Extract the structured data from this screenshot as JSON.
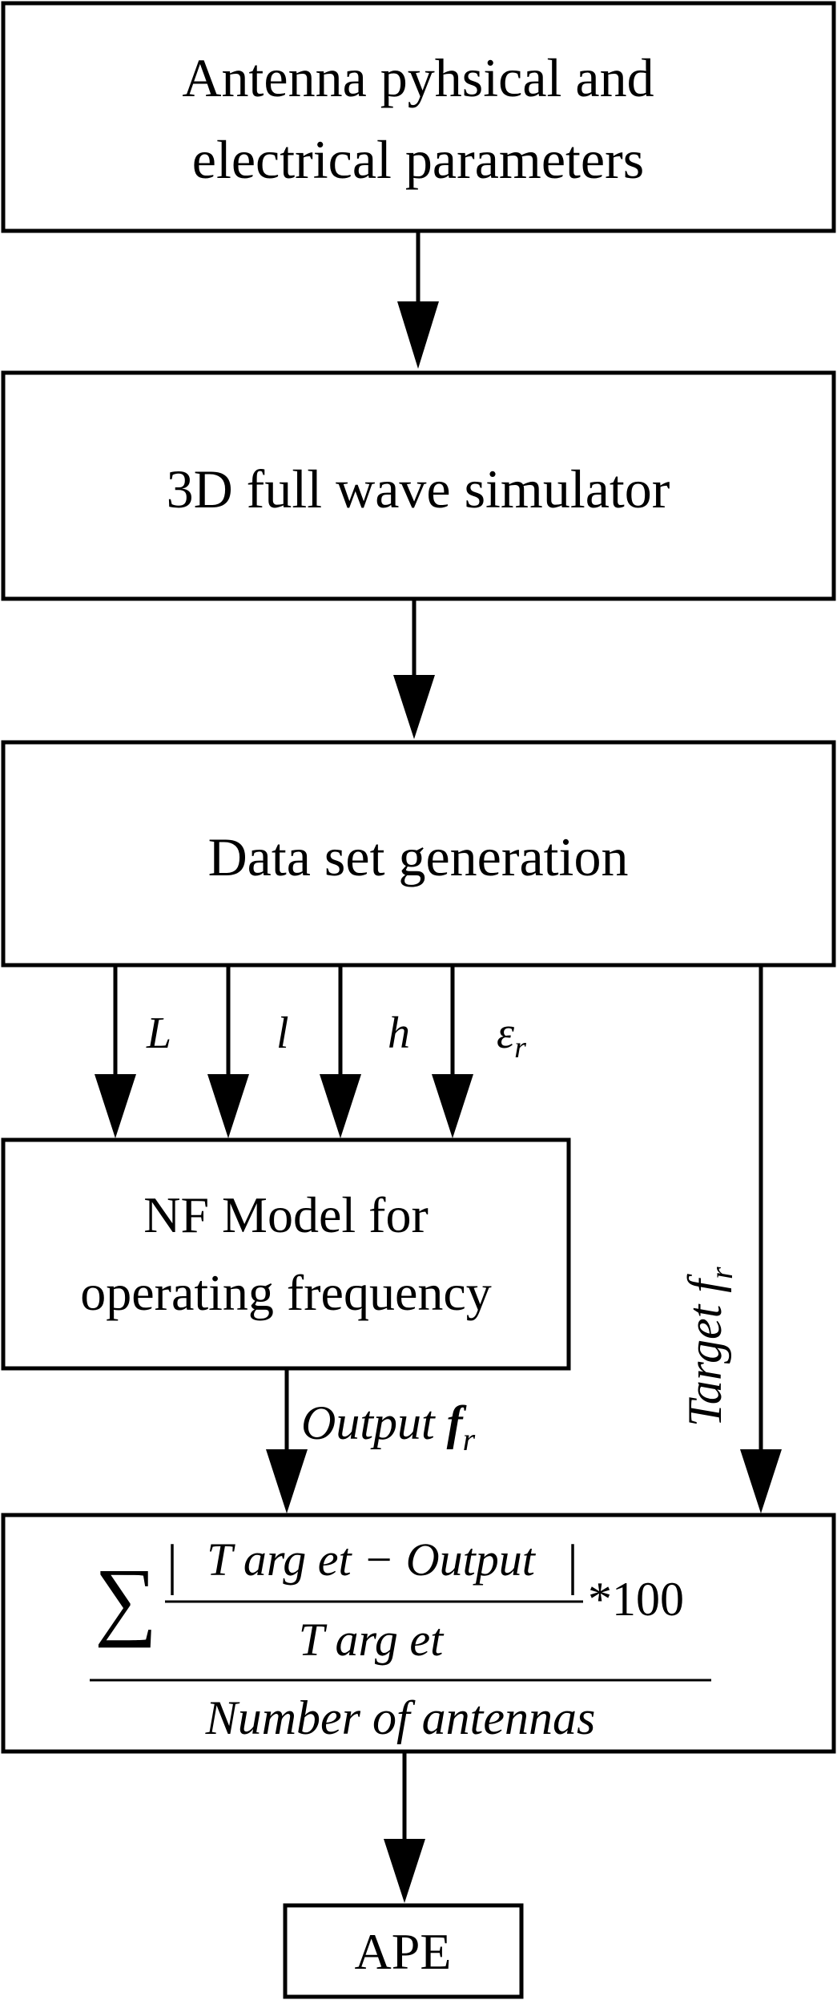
{
  "boxes": {
    "antenna_params": {
      "line1": "Antenna pyhsical and",
      "line2": "electrical parameters"
    },
    "simulator": {
      "label": "3D full wave simulator"
    },
    "dataset": {
      "label": "Data set generation"
    },
    "nf_model": {
      "line1": "NF Model for",
      "line2": "operating frequency"
    },
    "formula": {
      "sigma": "∑",
      "numerator_left_bar": "|",
      "numerator": "T arg et − Output",
      "numerator_right_bar": "|",
      "denominator": "T arg et",
      "multiplier": "*100",
      "bottom": "Number of antennas"
    },
    "ape": {
      "label": "APE"
    }
  },
  "inputs": {
    "L": "L",
    "l": "l",
    "h": "h",
    "eps": "ε",
    "eps_sub": "r"
  },
  "signals": {
    "output_prefix": "Output ",
    "output_f": "f",
    "output_sub": "r",
    "target_prefix": "Target ",
    "target_f": "f",
    "target_sub": "r"
  },
  "colors": {
    "stroke": "#000000",
    "background": "#ffffff"
  }
}
